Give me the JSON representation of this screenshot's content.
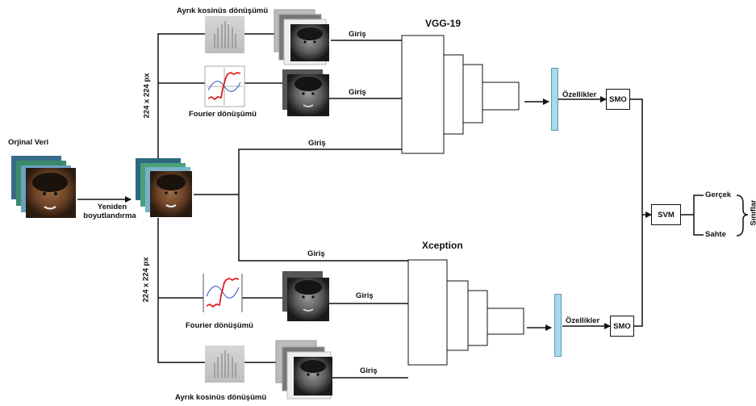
{
  "original_data_label": "Orjinal Veri",
  "resize_label_line1": "Yeniden",
  "resize_label_line2": "boyutlandırma",
  "size_label_top": "224 x 224 px",
  "size_label_bottom": "224 x 224 px",
  "dct_label_top": "Ayrık kosinüs dönüşümü",
  "fourier_label_top": "Fourier dönüşümü",
  "fourier_label_bottom": "Fourier dönüşümü",
  "dct_label_bottom": "Ayrık kosinüs dönüşümü",
  "input_label": "Giriş",
  "vgg_title": "VGG-19",
  "xception_title": "Xception",
  "features_label": "Özellikler",
  "smo_label": "SMO",
  "svm_label": "SVM",
  "class_real": "Gerçek",
  "class_fake": "Sahte",
  "classes_label": "Sınıflar",
  "colors": {
    "feature_bar": "#a8d8ea",
    "fourier_curve": "#e02020",
    "sine_curve": "#3050c0",
    "line": "#111111"
  }
}
